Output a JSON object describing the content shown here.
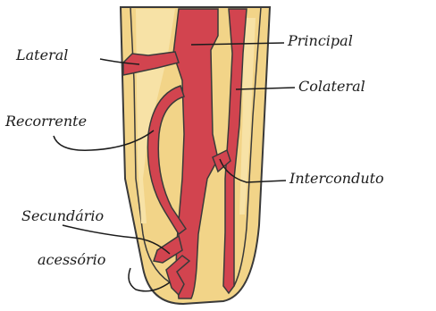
{
  "labels": {
    "lateral": "Lateral",
    "principal": "Principal",
    "colateral": "Colateral",
    "recorrente": "Recorrente",
    "interconduto": "Interconduto",
    "secundario": "Secundário",
    "acessorio": "acessório"
  },
  "colors": {
    "dentin": "#f2d488",
    "canal": "#d2444f",
    "outline": "#3a3a3a",
    "background": "#ffffff"
  }
}
